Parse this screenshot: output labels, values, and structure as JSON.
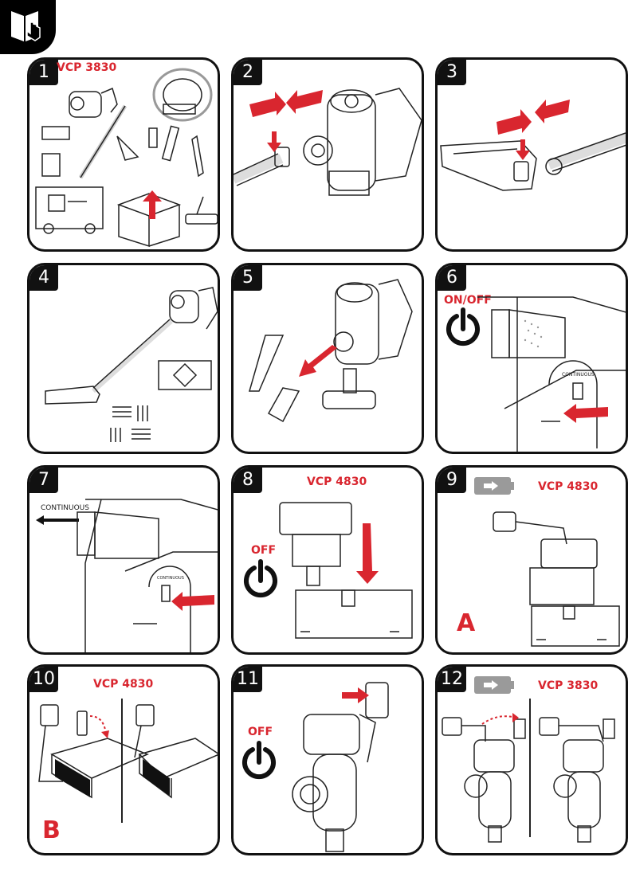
{
  "corner_icon": "manual-book-icon",
  "colors": {
    "accent": "#d9262f",
    "ink": "#111111",
    "grey": "#8a8a8a"
  },
  "panels": [
    {
      "number": "1",
      "model": "VCP 3830"
    },
    {
      "number": "2"
    },
    {
      "number": "3"
    },
    {
      "number": "4"
    },
    {
      "number": "5"
    },
    {
      "number": "6",
      "switch_label": "ON/OFF",
      "mode_label": "CONTINUOUS"
    },
    {
      "number": "7",
      "mode_label": "CONTINUOUS",
      "mode_label_small": "CONTINUOUS"
    },
    {
      "number": "8",
      "model": "VCP 4830",
      "switch_label": "OFF"
    },
    {
      "number": "9",
      "model": "VCP 4830",
      "variant": "A"
    },
    {
      "number": "10",
      "model": "VCP 4830",
      "variant": "B"
    },
    {
      "number": "11",
      "switch_label": "OFF"
    },
    {
      "number": "12",
      "model": "VCP 3830"
    }
  ]
}
